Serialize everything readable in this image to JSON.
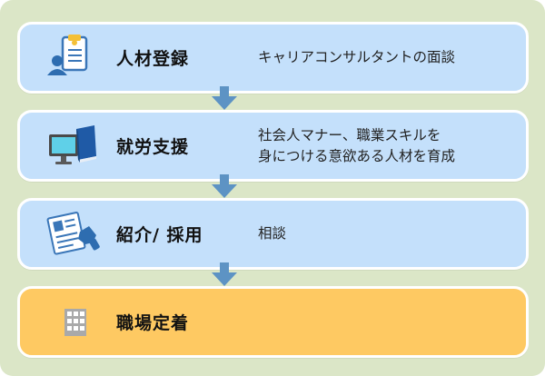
{
  "steps": [
    {
      "label": "人材登録",
      "description": [
        "キャリアコンサルタントの面談"
      ],
      "icon": "id-badge-icon"
    },
    {
      "label": "就労支援",
      "description": [
        "社会人マナー、職業スキルを",
        "身につける意欲ある人材を育成"
      ],
      "icon": "computer-book-icon"
    },
    {
      "label": "紹介/ 採用",
      "description": [
        "相談"
      ],
      "icon": "resume-handshake-icon"
    },
    {
      "label": "職場定着",
      "description": [],
      "icon": "building-icon"
    }
  ],
  "colors": {
    "frame": "#dbe6c7",
    "step": "#c4e0fb",
    "final_step": "#fec962",
    "arrow": "#5d93c4"
  }
}
